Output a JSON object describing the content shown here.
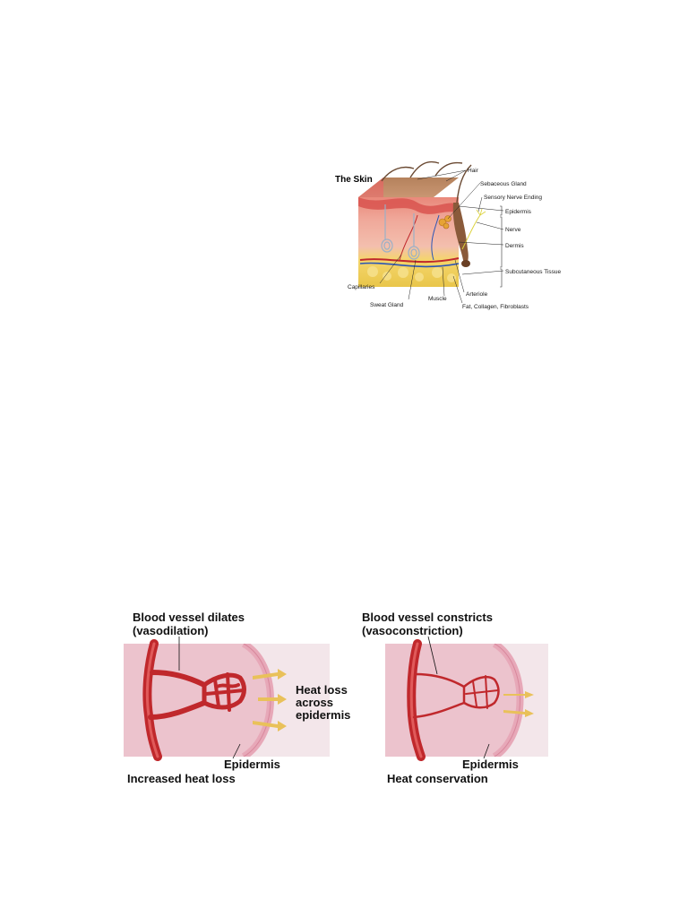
{
  "skin_diagram": {
    "title": "The Skin",
    "labels": {
      "hair": "Hair",
      "sebaceous_gland": "Sebaceous Gland",
      "sensory_nerve_ending": "Sensory Nerve Ending",
      "epidermis": "Epidermis",
      "nerve": "Nerve",
      "dermis": "Dermis",
      "subcutaneous_tissue": "Subcutaneous Tissue",
      "capillaries": "Capillaries",
      "arteriole": "Arteriole",
      "sweat_gland": "Sweat Gland",
      "muscle": "Muscle",
      "fat_collagen_fibroblasts": "Fat, Collagen, Fibroblasts"
    }
  },
  "thermo_diagram": {
    "left": {
      "heading_line1": "Blood vessel dilates",
      "heading_line2": "(vasodilation)",
      "heat_line1": "Heat loss",
      "heat_line2": "across",
      "heat_line3": "epidermis",
      "epidermis_label": "Epidermis",
      "caption": "Increased heat loss"
    },
    "right": {
      "heading_line1": "Blood vessel constricts",
      "heading_line2": "(vasoconstriction)",
      "epidermis_label": "Epidermis",
      "caption": "Heat conservation"
    },
    "colors": {
      "vessel": "#c0282c",
      "tissue": "#ecc3cd",
      "arrow": "#e9c15a"
    }
  }
}
